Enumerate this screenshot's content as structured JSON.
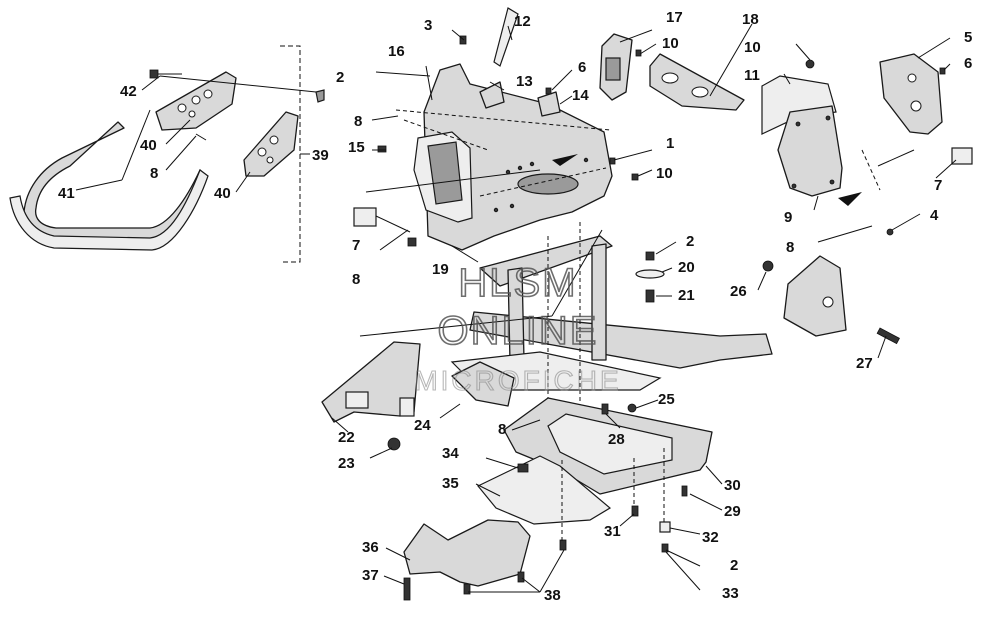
{
  "watermark": {
    "line1": "HLSM",
    "line2": "ONLINE",
    "line3": "MICROFICHE"
  },
  "callouts": [
    {
      "id": "c1",
      "text": "1"
    },
    {
      "id": "c2a",
      "text": "2"
    },
    {
      "id": "c2b",
      "text": "2"
    },
    {
      "id": "c2c",
      "text": "2"
    },
    {
      "id": "c3",
      "text": "3"
    },
    {
      "id": "c4",
      "text": "4"
    },
    {
      "id": "c5",
      "text": "5"
    },
    {
      "id": "c6a",
      "text": "6"
    },
    {
      "id": "c6b",
      "text": "6"
    },
    {
      "id": "c7a",
      "text": "7"
    },
    {
      "id": "c7b",
      "text": "7"
    },
    {
      "id": "c8a",
      "text": "8"
    },
    {
      "id": "c8b",
      "text": "8"
    },
    {
      "id": "c8c",
      "text": "8"
    },
    {
      "id": "c8d",
      "text": "8"
    },
    {
      "id": "c8e",
      "text": "8"
    },
    {
      "id": "c9",
      "text": "9"
    },
    {
      "id": "c10a",
      "text": "10"
    },
    {
      "id": "c10b",
      "text": "10"
    },
    {
      "id": "c10c",
      "text": "10"
    },
    {
      "id": "c11",
      "text": "11"
    },
    {
      "id": "c12",
      "text": "12"
    },
    {
      "id": "c13",
      "text": "13"
    },
    {
      "id": "c14",
      "text": "14"
    },
    {
      "id": "c15",
      "text": "15"
    },
    {
      "id": "c16",
      "text": "16"
    },
    {
      "id": "c17",
      "text": "17"
    },
    {
      "id": "c18",
      "text": "18"
    },
    {
      "id": "c19",
      "text": "19"
    },
    {
      "id": "c20",
      "text": "20"
    },
    {
      "id": "c21",
      "text": "21"
    },
    {
      "id": "c22",
      "text": "22"
    },
    {
      "id": "c23",
      "text": "23"
    },
    {
      "id": "c24",
      "text": "24"
    },
    {
      "id": "c25",
      "text": "25"
    },
    {
      "id": "c26",
      "text": "26"
    },
    {
      "id": "c27",
      "text": "27"
    },
    {
      "id": "c28",
      "text": "28"
    },
    {
      "id": "c29",
      "text": "29"
    },
    {
      "id": "c30",
      "text": "30"
    },
    {
      "id": "c31",
      "text": "31"
    },
    {
      "id": "c32",
      "text": "32"
    },
    {
      "id": "c33",
      "text": "33"
    },
    {
      "id": "c34",
      "text": "34"
    },
    {
      "id": "c35",
      "text": "35"
    },
    {
      "id": "c36",
      "text": "36"
    },
    {
      "id": "c37",
      "text": "37"
    },
    {
      "id": "c38",
      "text": "38"
    },
    {
      "id": "c39",
      "text": "39"
    },
    {
      "id": "c40a",
      "text": "40"
    },
    {
      "id": "c40b",
      "text": "40"
    },
    {
      "id": "c41",
      "text": "41"
    },
    {
      "id": "c42",
      "text": "42"
    }
  ]
}
